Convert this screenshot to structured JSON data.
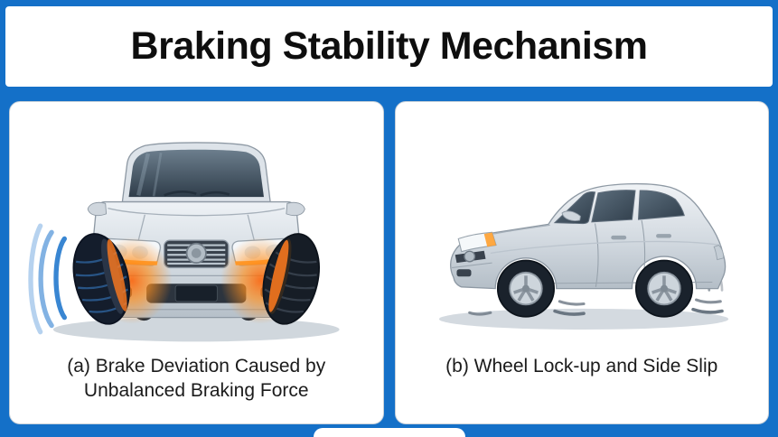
{
  "title": "Braking Stability Mechanism",
  "panels": {
    "a": {
      "caption_line1": "(a) Brake Deviation Caused by",
      "caption_line2": "Unbalanced Braking Force",
      "illustration": "front-view-car-unbalanced-braking"
    },
    "b": {
      "caption": "(b) Wheel Lock-up and Side Slip",
      "illustration": "three-quarter-view-car-side-slip"
    }
  },
  "icons": {
    "vibration_arcs": "blue curved motion lines left of front wheel",
    "brake_heat_glow": "orange-red glow on inner wheels",
    "skid_marks": "gray slip streaks under wheels"
  },
  "colors": {
    "background": "#1470C8",
    "panel": "#FFFFFF",
    "title_text": "#0E0E0E",
    "caption_text": "#1B1B1B",
    "car_body": "#D3DAE1",
    "glass": "#3A4856",
    "brake_glow": "#FF7A1E",
    "vibration_arc": "#2E7FD0",
    "skid_mark": "#6A7682"
  }
}
